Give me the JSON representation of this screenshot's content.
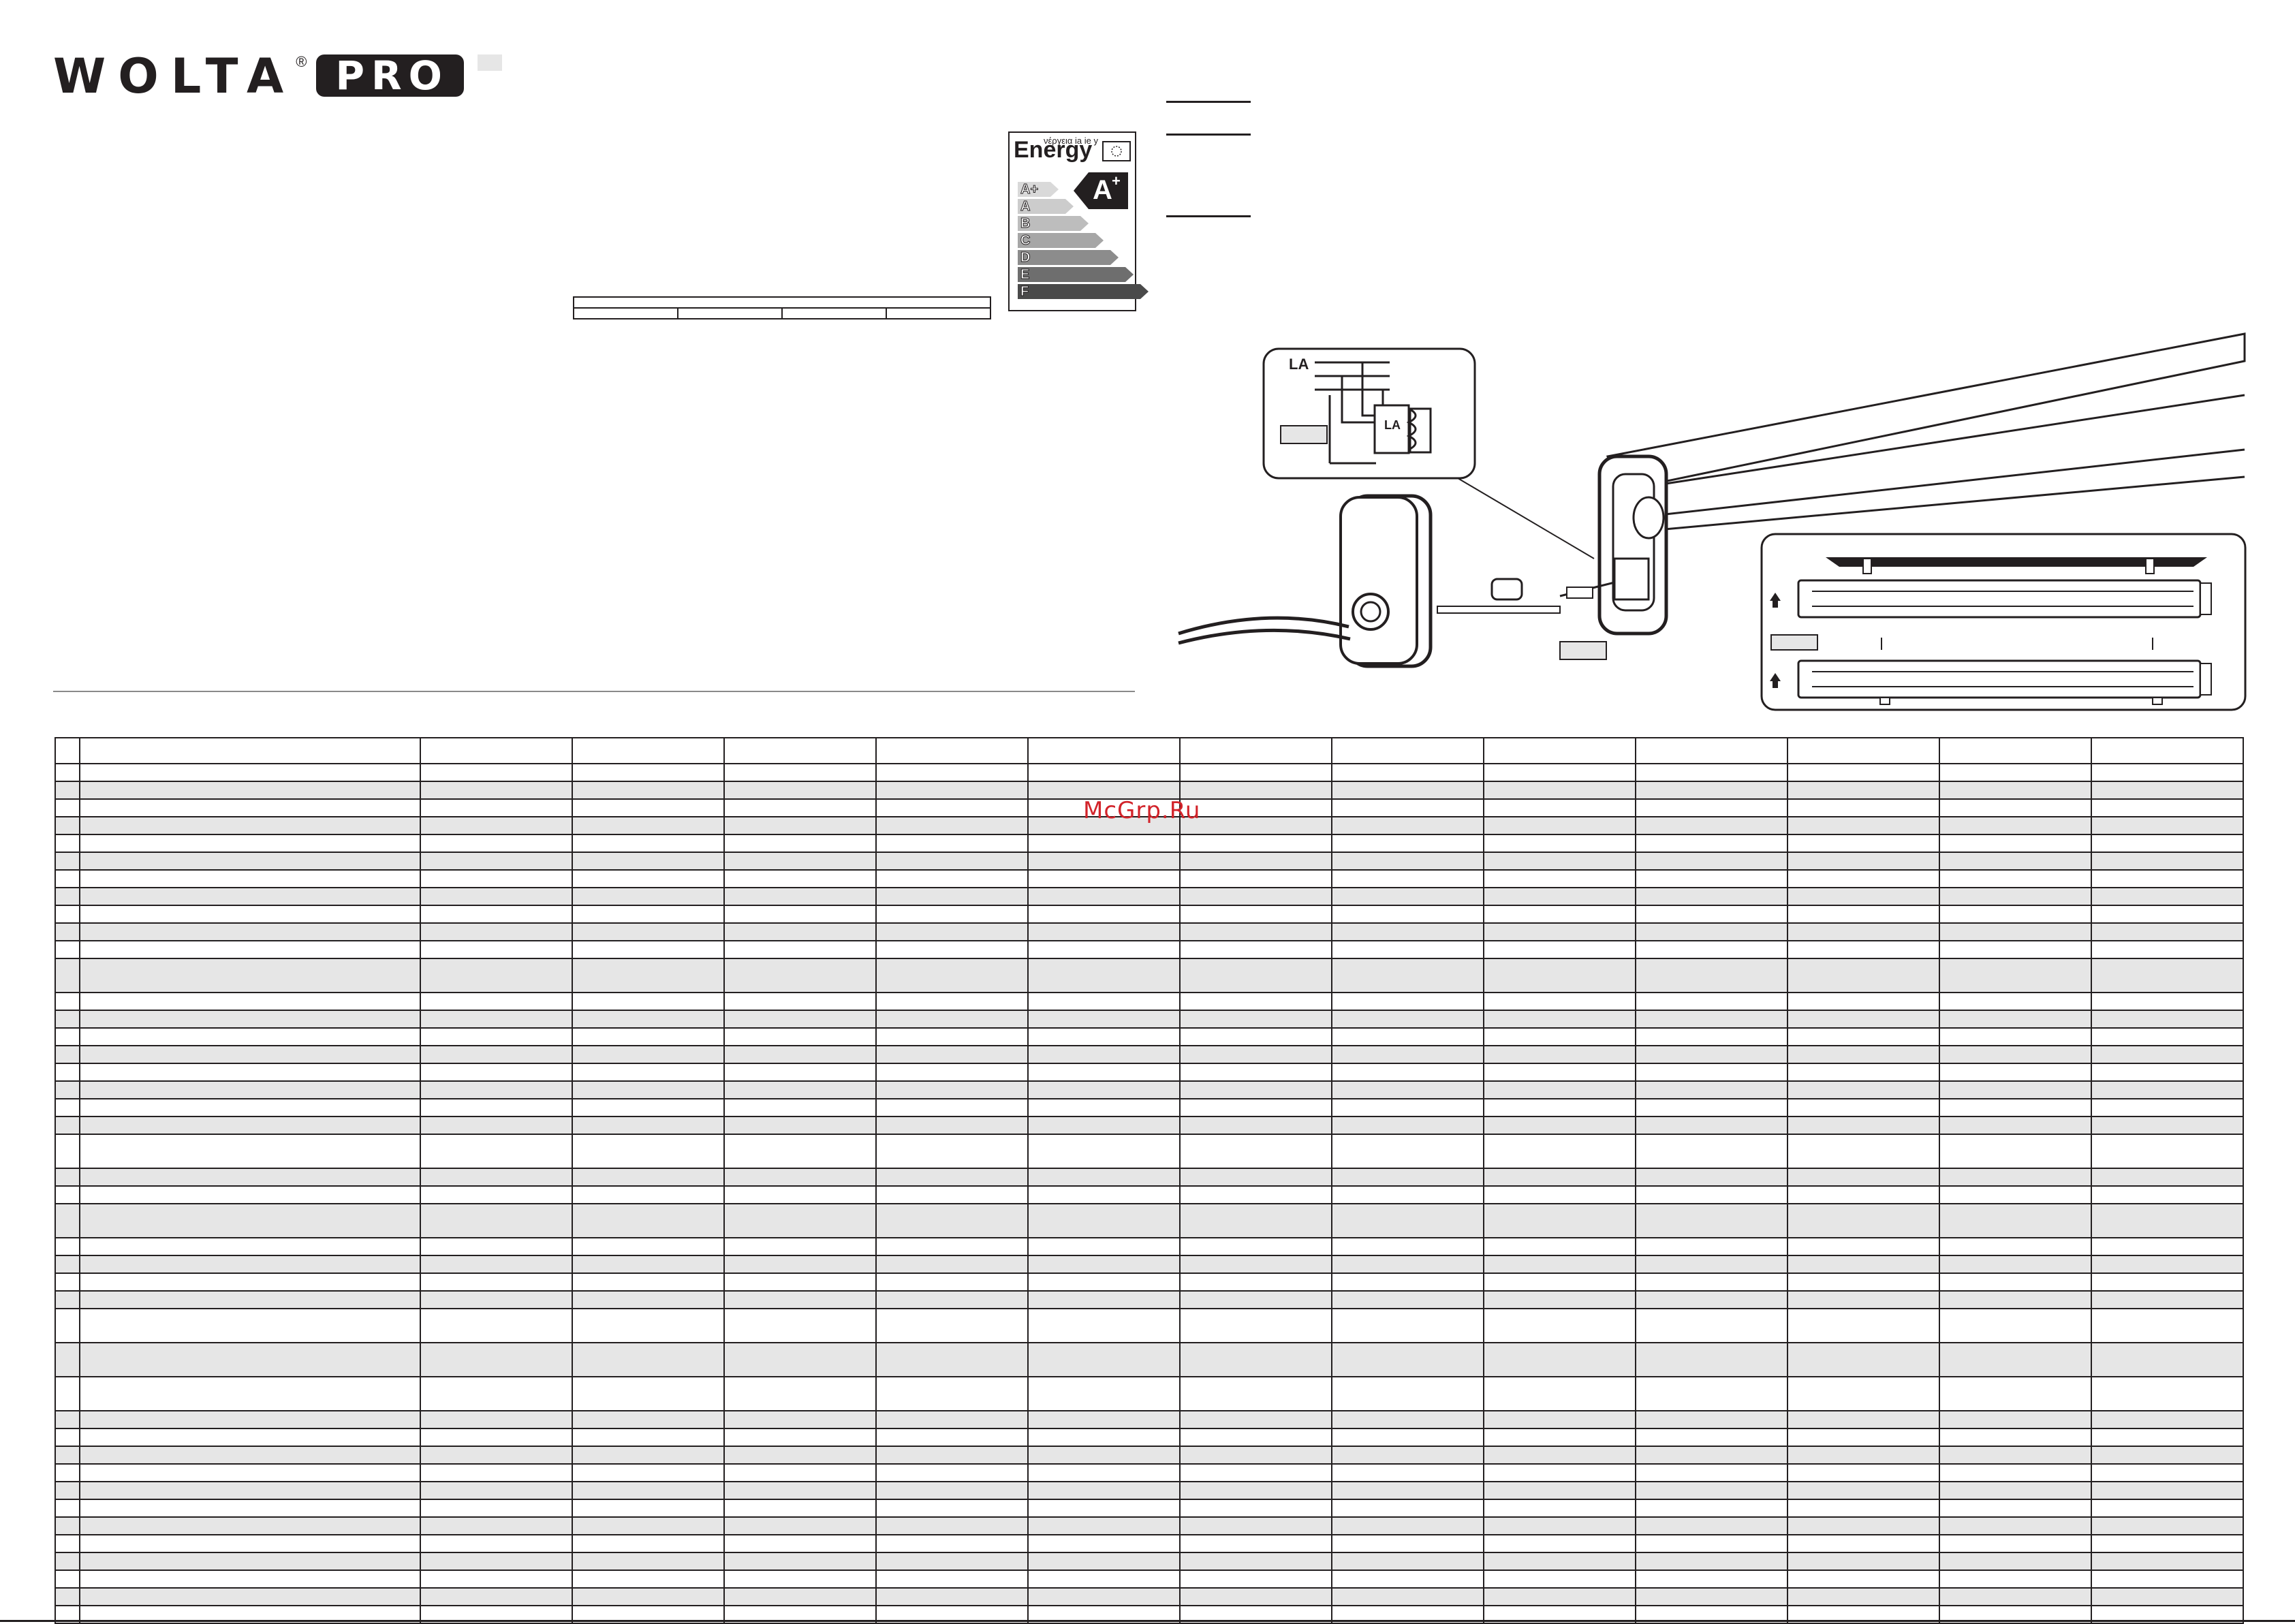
{
  "brand": {
    "name": "WOLTA",
    "registered": "®",
    "line": "PRO"
  },
  "energy_label": {
    "title": "Energy",
    "title_variants": "νέργεια  ia  ie  y",
    "class": "A+",
    "class_letter": "A",
    "class_plus": "+",
    "scale": [
      "A+",
      "A",
      "B",
      "C",
      "D",
      "E",
      "F"
    ],
    "colors": {
      "A+": "#d9d9d9",
      "A": "#cccccc",
      "B": "#bdbdbd",
      "C": "#a6a6a6",
      "D": "#8c8c8c",
      "E": "#6e6e6e",
      "F": "#4a4a4a"
    }
  },
  "diagram": {
    "wiring_label": "LA",
    "wiring_label_terminal": "LA"
  },
  "watermark": "McGrp.Ru",
  "table": {
    "column_count": 14,
    "row_count": 44,
    "tall_rows": [
      12,
      21,
      24,
      29,
      30,
      31
    ],
    "shade_color": "#e6e6e6"
  }
}
